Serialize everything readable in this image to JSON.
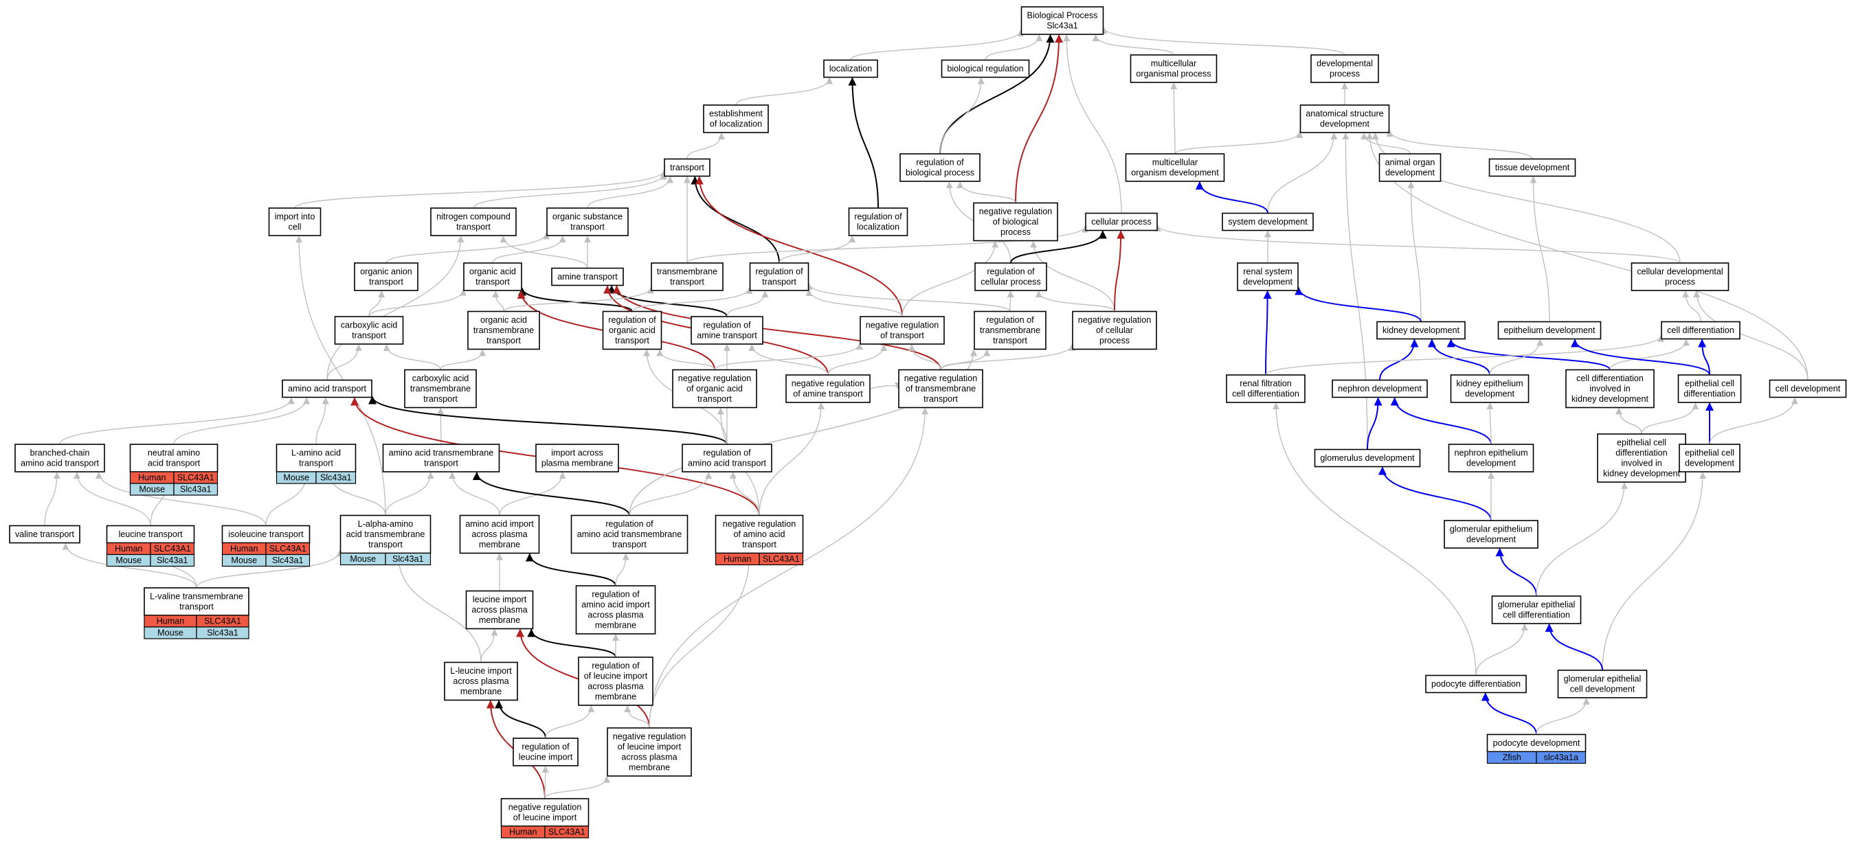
{
  "colors": {
    "grey": "#c0c0c0",
    "black": "#000000",
    "red": "#b22222",
    "blue": "#0000ee",
    "human": "#f05a44",
    "mouse": "#add8e6",
    "zfish": "#5b8ff0"
  },
  "nodes": [
    {
      "id": "bp",
      "lines": [
        "Biological Process",
        "Slc43a1"
      ]
    },
    {
      "id": "loc",
      "lines": [
        "localization"
      ]
    },
    {
      "id": "breg",
      "lines": [
        "biological regulation"
      ]
    },
    {
      "id": "mop",
      "lines": [
        "multicellular",
        "organismal process"
      ]
    },
    {
      "id": "devp",
      "lines": [
        "developmental",
        "process"
      ]
    },
    {
      "id": "estloc",
      "lines": [
        "establishment",
        "of localization"
      ]
    },
    {
      "id": "asdev",
      "lines": [
        "anatomical structure",
        "development"
      ]
    },
    {
      "id": "transport",
      "lines": [
        "transport"
      ]
    },
    {
      "id": "regbp",
      "lines": [
        "regulation of",
        "biological process"
      ]
    },
    {
      "id": "mod",
      "lines": [
        "multicellular",
        "organism development"
      ]
    },
    {
      "id": "aod",
      "lines": [
        "animal organ",
        "development"
      ]
    },
    {
      "id": "tisdev",
      "lines": [
        "tissue development"
      ]
    },
    {
      "id": "impcell",
      "lines": [
        "import into",
        "cell"
      ]
    },
    {
      "id": "nct",
      "lines": [
        "nitrogen compound",
        "transport"
      ]
    },
    {
      "id": "ost",
      "lines": [
        "organic substance",
        "transport"
      ]
    },
    {
      "id": "regloc",
      "lines": [
        "regulation of",
        "localization"
      ]
    },
    {
      "id": "nregbp",
      "lines": [
        "negative regulation",
        "of biological",
        "process"
      ]
    },
    {
      "id": "cellp",
      "lines": [
        "cellular process"
      ]
    },
    {
      "id": "sysdev",
      "lines": [
        "system development"
      ]
    },
    {
      "id": "oat",
      "lines": [
        "organic anion",
        "transport"
      ]
    },
    {
      "id": "orgat",
      "lines": [
        "organic acid",
        "transport"
      ]
    },
    {
      "id": "amine",
      "lines": [
        "amine transport"
      ]
    },
    {
      "id": "tmt",
      "lines": [
        "transmembrane",
        "transport"
      ]
    },
    {
      "id": "regtr",
      "lines": [
        "regulation of",
        "transport"
      ]
    },
    {
      "id": "regcp",
      "lines": [
        "regulation of",
        "cellular process"
      ]
    },
    {
      "id": "rsd",
      "lines": [
        "renal system",
        "development"
      ]
    },
    {
      "id": "cdp",
      "lines": [
        "cellular developmental",
        "process"
      ]
    },
    {
      "id": "cat",
      "lines": [
        "carboxylic acid",
        "transport"
      ]
    },
    {
      "id": "oatm",
      "lines": [
        "organic acid",
        "transmembrane",
        "transport"
      ]
    },
    {
      "id": "regoat",
      "lines": [
        "regulation of",
        "organic acid",
        "transport"
      ]
    },
    {
      "id": "regamt",
      "lines": [
        "regulation of",
        "amine transport"
      ]
    },
    {
      "id": "nregtr",
      "lines": [
        "negative regulation",
        "of transport"
      ]
    },
    {
      "id": "regtmt",
      "lines": [
        "regulation of",
        "transmembrane",
        "transport"
      ]
    },
    {
      "id": "nregcp",
      "lines": [
        "negative regulation",
        "of cellular",
        "process"
      ]
    },
    {
      "id": "kd",
      "lines": [
        "kidney development"
      ]
    },
    {
      "id": "epd",
      "lines": [
        "epithelium development"
      ]
    },
    {
      "id": "celldiff",
      "lines": [
        "cell differentiation"
      ]
    },
    {
      "id": "aat",
      "lines": [
        "amino acid transport"
      ]
    },
    {
      "id": "catm",
      "lines": [
        "carboxylic acid",
        "transmembrane",
        "transport"
      ]
    },
    {
      "id": "nregoat",
      "lines": [
        "negative regulation",
        "of organic acid",
        "transport"
      ]
    },
    {
      "id": "nregamt",
      "lines": [
        "negative regulation",
        "of amine transport"
      ]
    },
    {
      "id": "nregtmt",
      "lines": [
        "negative regulation",
        "of transmembrane",
        "transport"
      ]
    },
    {
      "id": "rfcd",
      "lines": [
        "renal filtration",
        "cell differentiation"
      ]
    },
    {
      "id": "nd",
      "lines": [
        "nephron development"
      ]
    },
    {
      "id": "ked",
      "lines": [
        "kidney epithelium",
        "development"
      ]
    },
    {
      "id": "cdikd",
      "lines": [
        "cell differentiation",
        "involved in",
        "kidney development"
      ]
    },
    {
      "id": "ecd",
      "lines": [
        "epithelial cell",
        "differentiation"
      ]
    },
    {
      "id": "celldev",
      "lines": [
        "cell development"
      ]
    },
    {
      "id": "bcaat",
      "lines": [
        "branched-chain",
        "amino acid transport"
      ]
    },
    {
      "id": "naat",
      "lines": [
        "neutral amino",
        "acid transport"
      ],
      "ann": [
        [
          {
            "t": "Human",
            "c": "human"
          },
          {
            "t": "SLC43A1",
            "c": "human"
          }
        ],
        [
          {
            "t": "Mouse",
            "c": "mouse"
          },
          {
            "t": "Slc43a1",
            "c": "mouse"
          }
        ]
      ]
    },
    {
      "id": "laat",
      "lines": [
        "L-amino acid",
        "transport"
      ],
      "ann": [
        [
          {
            "t": "Mouse",
            "c": "mouse"
          },
          {
            "t": "Slc43a1",
            "c": "mouse"
          }
        ]
      ]
    },
    {
      "id": "aatm",
      "lines": [
        "amino acid transmembrane",
        "transport"
      ]
    },
    {
      "id": "impapm",
      "lines": [
        "import across",
        "plasma membrane"
      ]
    },
    {
      "id": "regaat",
      "lines": [
        "regulation of",
        "amino acid transport"
      ]
    },
    {
      "id": "gd",
      "lines": [
        "glomerulus development"
      ]
    },
    {
      "id": "ned",
      "lines": [
        "nephron epithelium",
        "development"
      ]
    },
    {
      "id": "ecdikd",
      "lines": [
        "epithelial cell",
        "differentiation",
        "involved in",
        "kidney development"
      ]
    },
    {
      "id": "ecdev",
      "lines": [
        "epithelial cell",
        "development"
      ]
    },
    {
      "id": "leut",
      "lines": [
        "leucine transport"
      ],
      "ann": [
        [
          {
            "t": "Human",
            "c": "human"
          },
          {
            "t": "SLC43A1",
            "c": "human"
          }
        ],
        [
          {
            "t": "Mouse",
            "c": "mouse"
          },
          {
            "t": "Slc43a1",
            "c": "mouse"
          }
        ]
      ]
    },
    {
      "id": "ileut",
      "lines": [
        "isoleucine transport"
      ],
      "ann": [
        [
          {
            "t": "Human",
            "c": "human"
          },
          {
            "t": "SLC43A1",
            "c": "human"
          }
        ],
        [
          {
            "t": "Mouse",
            "c": "mouse"
          },
          {
            "t": "Slc43a1",
            "c": "mouse"
          }
        ]
      ]
    },
    {
      "id": "valt",
      "lines": [
        "valine transport"
      ]
    },
    {
      "id": "laatm",
      "lines": [
        "L-alpha-amino",
        "acid transmembrane",
        "transport"
      ],
      "ann": [
        [
          {
            "t": "Mouse",
            "c": "mouse"
          },
          {
            "t": "Slc43a1",
            "c": "mouse"
          }
        ]
      ]
    },
    {
      "id": "aaiapm",
      "lines": [
        "amino acid import",
        "across plasma",
        "membrane"
      ]
    },
    {
      "id": "regaatm",
      "lines": [
        "regulation of",
        "amino acid transmembrane",
        "transport"
      ]
    },
    {
      "id": "nregaat",
      "lines": [
        "negative regulation",
        "of amino acid",
        "transport"
      ],
      "ann": [
        [
          {
            "t": "Human",
            "c": "human"
          },
          {
            "t": "SLC43A1",
            "c": "human"
          }
        ]
      ]
    },
    {
      "id": "ged",
      "lines": [
        "glomerular epithelium",
        "development"
      ]
    },
    {
      "id": "lvtm",
      "lines": [
        "L-valine transmembrane",
        "transport"
      ],
      "ann": [
        [
          {
            "t": "Human",
            "c": "human"
          },
          {
            "t": "SLC43A1",
            "c": "human"
          }
        ],
        [
          {
            "t": "Mouse",
            "c": "mouse"
          },
          {
            "t": "Slc43a1",
            "c": "mouse"
          }
        ]
      ]
    },
    {
      "id": "leuiapm",
      "lines": [
        "leucine import",
        "across plasma",
        "membrane"
      ]
    },
    {
      "id": "regaaiapm",
      "lines": [
        "regulation of",
        "amino acid import",
        "across plasma",
        "membrane"
      ]
    },
    {
      "id": "gecd",
      "lines": [
        "glomerular epithelial",
        "cell differentiation"
      ]
    },
    {
      "id": "lleuiapm",
      "lines": [
        "L-leucine import",
        "across plasma",
        "membrane"
      ]
    },
    {
      "id": "regleuiapm",
      "lines": [
        "regulation of",
        "of leucine import",
        "across plasma",
        "membrane"
      ]
    },
    {
      "id": "podd",
      "lines": [
        "podocyte differentiation"
      ]
    },
    {
      "id": "gecdev",
      "lines": [
        "glomerular epithelial",
        "cell development"
      ]
    },
    {
      "id": "regleui",
      "lines": [
        "regulation of",
        "leucine import"
      ]
    },
    {
      "id": "nregleuiapm",
      "lines": [
        "negative regulation",
        "of leucine import",
        "across plasma",
        "membrane"
      ]
    },
    {
      "id": "poddev",
      "lines": [
        "podocyte development"
      ],
      "ann": [
        [
          {
            "t": "Zfish",
            "c": "zfish"
          },
          {
            "t": "slc43a1a",
            "c": "zfish"
          }
        ]
      ]
    },
    {
      "id": "nregleui",
      "lines": [
        "negative regulation",
        "of leucine import"
      ],
      "ann": [
        [
          {
            "t": "Human",
            "c": "human"
          },
          {
            "t": "SLC43A1",
            "c": "human"
          }
        ]
      ]
    }
  ]
}
